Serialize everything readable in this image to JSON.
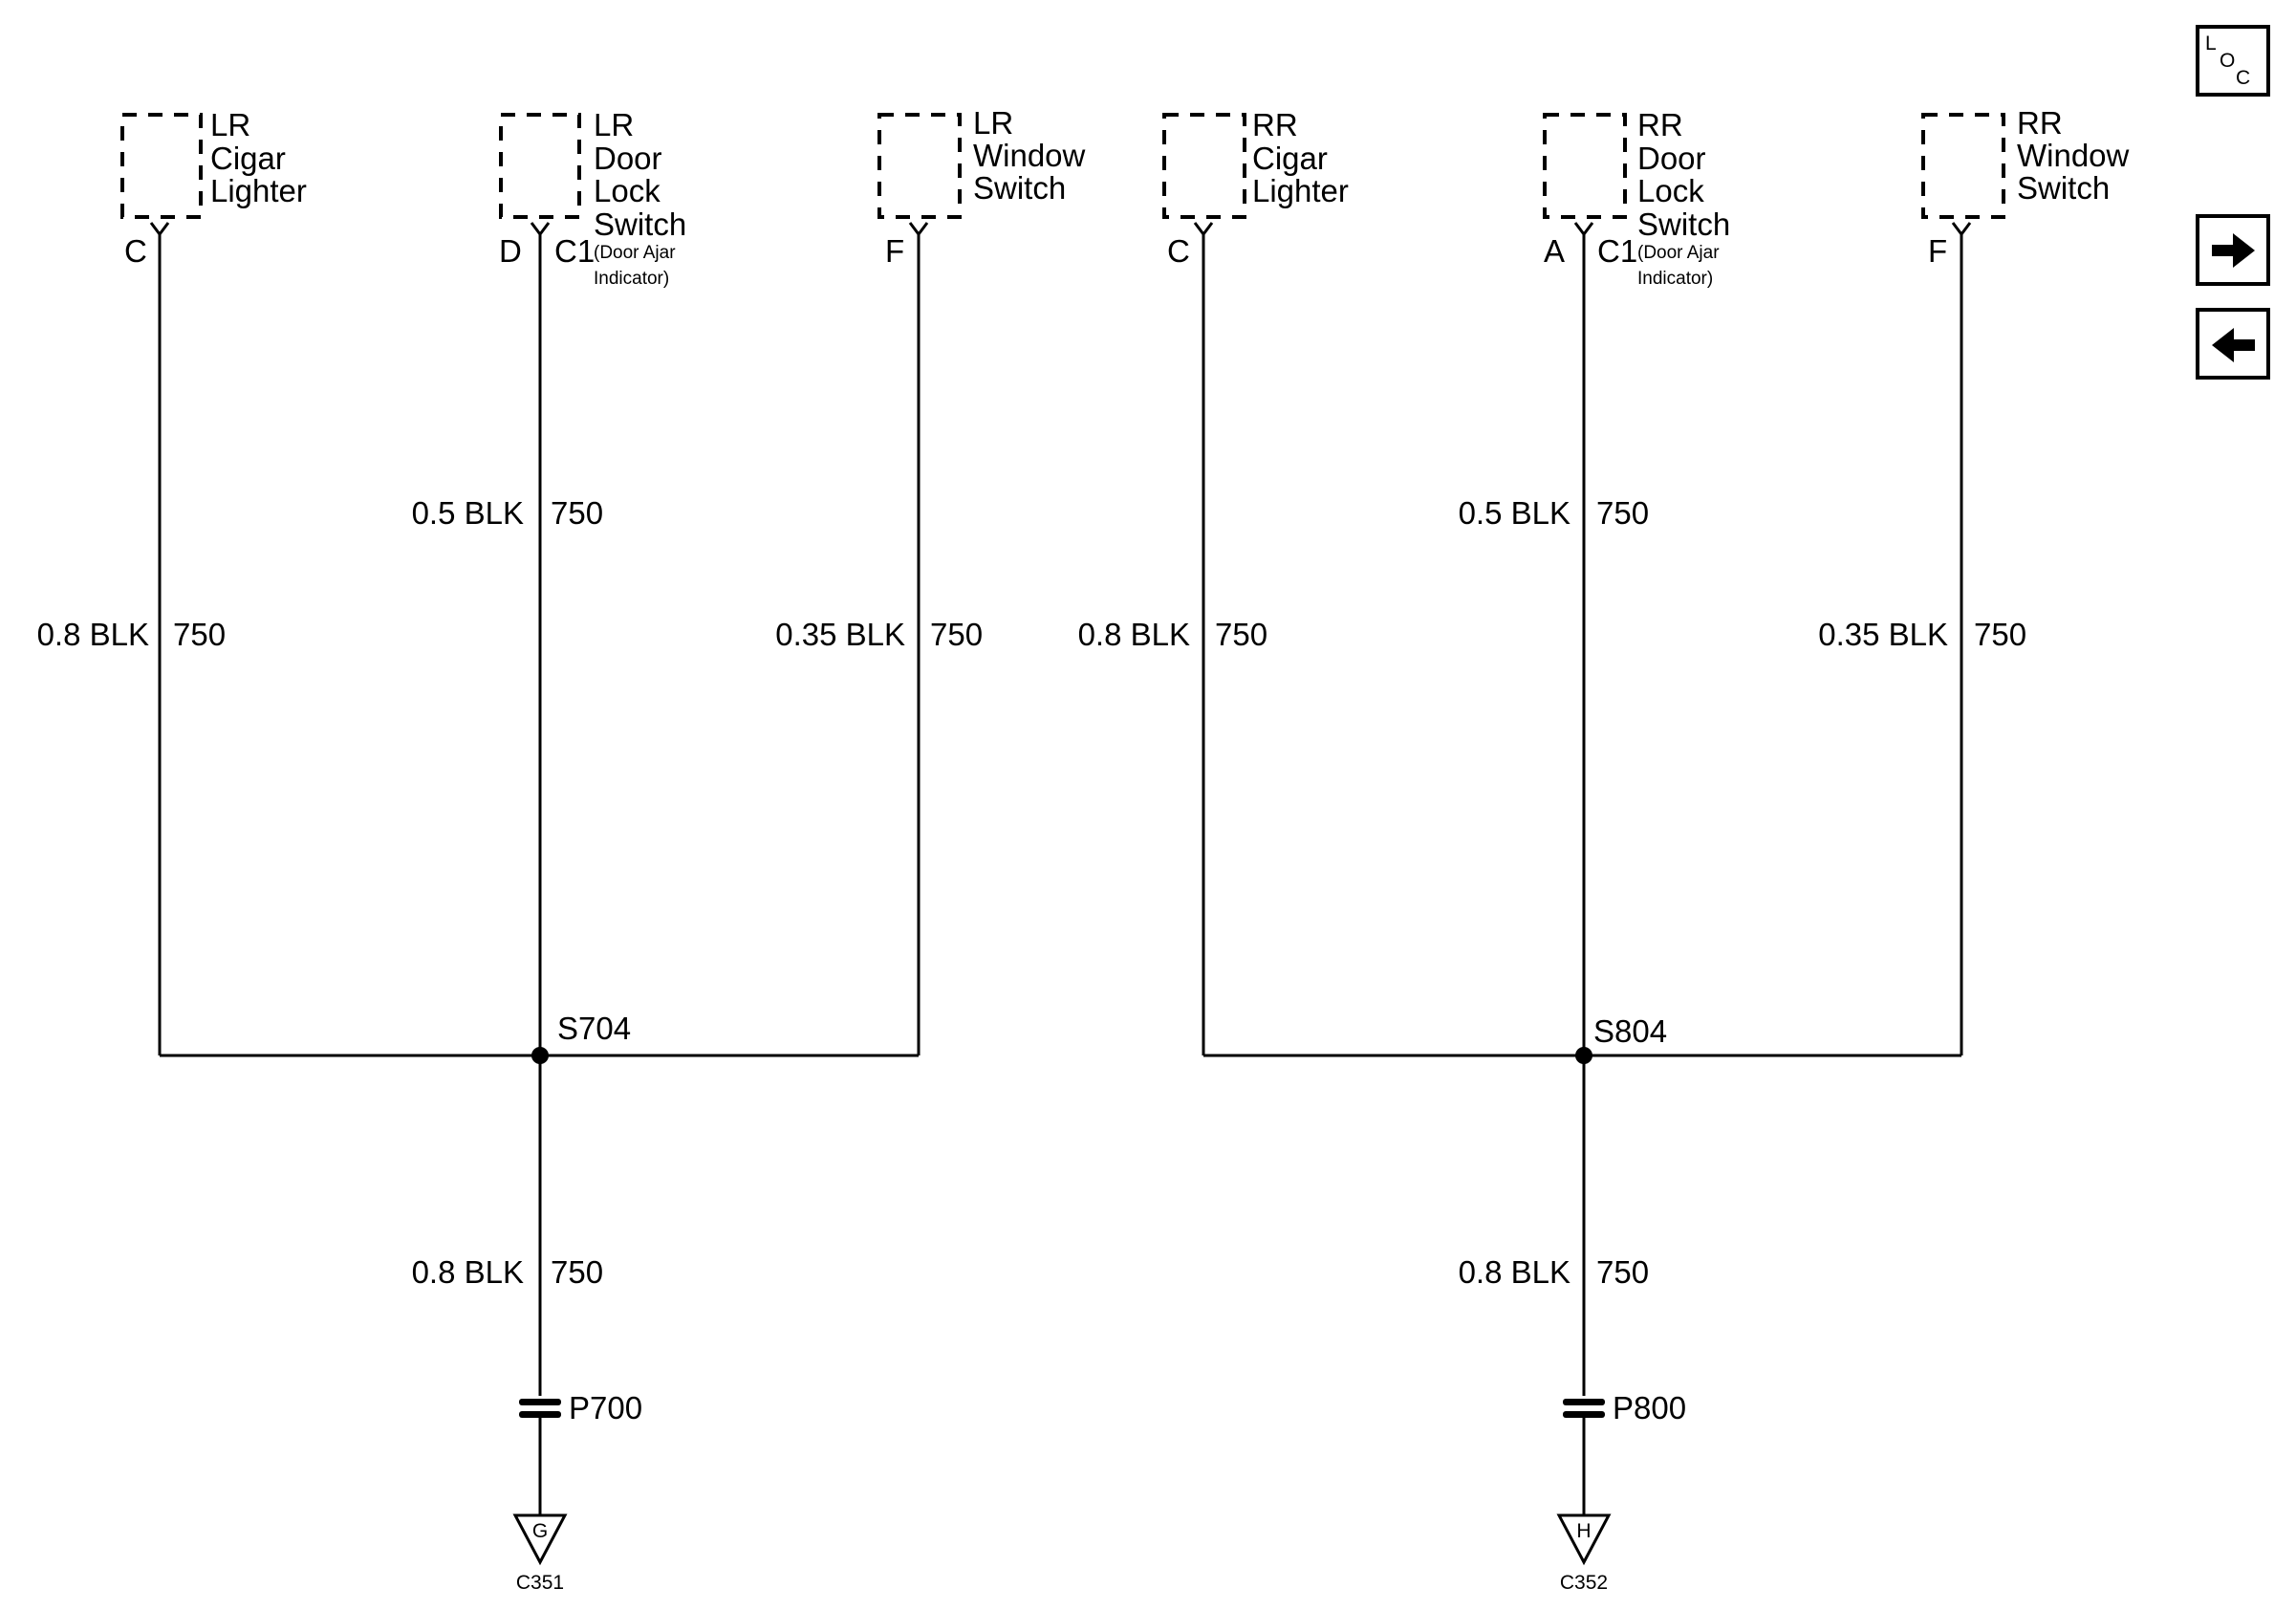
{
  "components": {
    "lr_cigar": {
      "lines": [
        "LR",
        "Cigar",
        "Lighter"
      ],
      "pin": "C"
    },
    "lr_door_lock": {
      "lines": [
        "LR",
        "Door",
        "Lock",
        "Switch"
      ],
      "pin": "D",
      "connector": "C1",
      "note": [
        "(Door Ajar",
        "Indicator)"
      ]
    },
    "lr_window": {
      "lines": [
        "LR",
        "Window",
        "Switch"
      ],
      "pin": "F"
    },
    "rr_cigar": {
      "lines": [
        "RR",
        "Cigar",
        "Lighter"
      ],
      "pin": "C"
    },
    "rr_door_lock": {
      "lines": [
        "RR",
        "Door",
        "Lock",
        "Switch"
      ],
      "pin": "A",
      "connector": "C1",
      "note": [
        "(Door Ajar",
        "Indicator)"
      ]
    },
    "rr_window": {
      "lines": [
        "RR",
        "Window",
        "Switch"
      ],
      "pin": "F"
    }
  },
  "wires": {
    "lr_cigar": {
      "gauge_color": "0.8 BLK",
      "circuit": "750"
    },
    "lr_door_lock": {
      "gauge_color": "0.5 BLK",
      "circuit": "750"
    },
    "lr_window": {
      "gauge_color": "0.35 BLK",
      "circuit": "750"
    },
    "lr_ground": {
      "gauge_color": "0.8 BLK",
      "circuit": "750"
    },
    "rr_cigar": {
      "gauge_color": "0.8 BLK",
      "circuit": "750"
    },
    "rr_door_lock": {
      "gauge_color": "0.5 BLK",
      "circuit": "750"
    },
    "rr_window": {
      "gauge_color": "0.35 BLK",
      "circuit": "750"
    },
    "rr_ground": {
      "gauge_color": "0.8 BLK",
      "circuit": "750"
    }
  },
  "splices": {
    "left": "S704",
    "right": "S804"
  },
  "pass_throughs": {
    "left": "P700",
    "right": "P800"
  },
  "grounds": {
    "left": {
      "letter": "G",
      "connector": "C351"
    },
    "right": {
      "letter": "H",
      "connector": "C352"
    }
  },
  "nav": {
    "loc": {
      "l": "L",
      "o": "O",
      "c": "C",
      "icon": "loc-icon"
    },
    "forward": {
      "icon": "arrow-right-icon"
    },
    "back": {
      "icon": "arrow-left-icon"
    }
  },
  "colors": {
    "ink": "#000000",
    "background": "#ffffff"
  }
}
